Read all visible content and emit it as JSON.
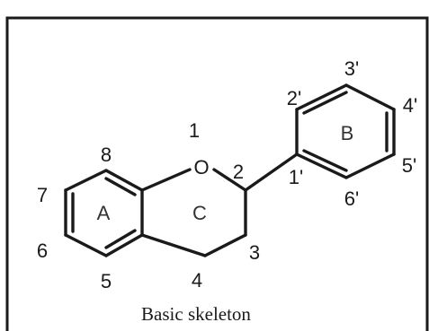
{
  "labels": {
    "oxygen": "O",
    "ring_a": "A",
    "ring_b": "B",
    "ring_c": "C",
    "pos_1": "1",
    "pos_2": "2",
    "pos_3": "3",
    "pos_4": "4",
    "pos_5": "5",
    "pos_6": "6",
    "pos_7": "7",
    "pos_8": "8",
    "pos_1p": "1'",
    "pos_2p": "2'",
    "pos_3p": "3'",
    "pos_4p": "4'",
    "pos_5p": "5'",
    "pos_6p": "6'"
  },
  "caption": "Basic skeleton"
}
